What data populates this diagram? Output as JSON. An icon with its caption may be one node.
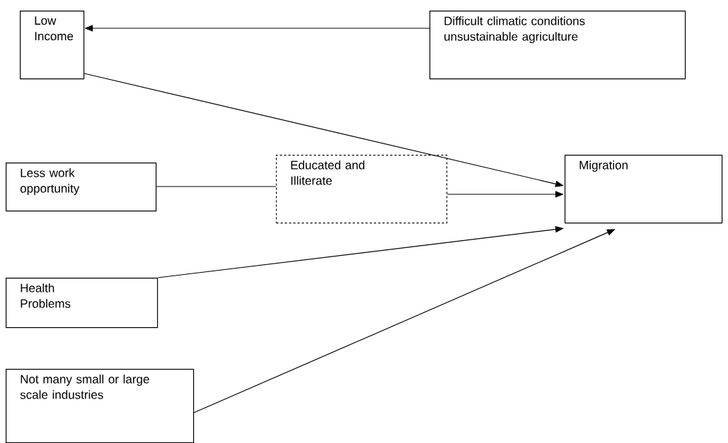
{
  "diagram": {
    "nodes": [
      {
        "text": [
          "Low Income"
        ]
      },
      {
        "text": [
          "Difficult climatic conditions unsustainable agriculture"
        ]
      },
      {
        "text": [
          "Less work opportunity"
        ]
      },
      {
        "text": [
          "Educated and Illiterate"
        ]
      },
      {
        "text": [
          "Migration"
        ]
      },
      {
        "text": [
          "Health Problems"
        ]
      },
      {
        "text": [
          "Not many small or large scale industries"
        ]
      }
    ],
    "edges": [
      {
        "from": 1,
        "to": 0,
        "arrow": "to"
      },
      {
        "from": 0,
        "to": 4,
        "arrow": "to"
      },
      {
        "from": 2,
        "to": 3,
        "arrow": "none"
      },
      {
        "from": 3,
        "to": 4,
        "arrow": "to"
      },
      {
        "from": 5,
        "to": 4,
        "arrow": "to"
      },
      {
        "from": 6,
        "to": 4,
        "arrow": "to"
      }
    ]
  }
}
